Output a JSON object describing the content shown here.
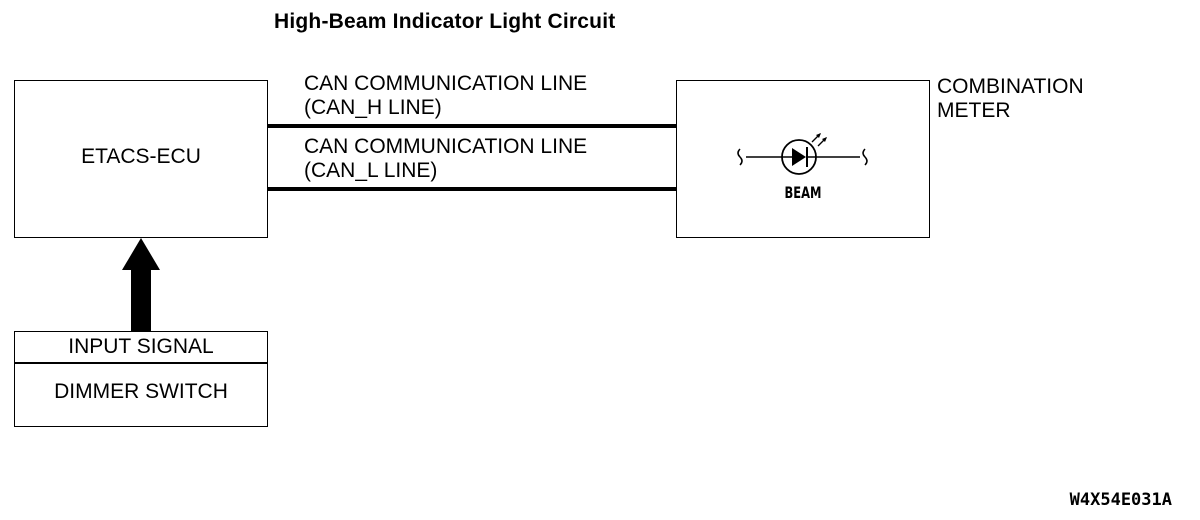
{
  "diagram": {
    "title": "High-Beam Indicator Light Circuit",
    "ecu": {
      "label": "ETACS-ECU"
    },
    "meter": {
      "label_line1": "COMBINATION",
      "label_line2": "METER",
      "indicator_label": "BEAM"
    },
    "can_h": {
      "line1": "CAN COMMUNICATION LINE",
      "line2": "(CAN_H LINE)"
    },
    "can_l": {
      "line1": "CAN COMMUNICATION LINE",
      "line2": "(CAN_L LINE)"
    },
    "switch": {
      "header": "INPUT SIGNAL",
      "label": "DIMMER SWITCH"
    },
    "figure_code": "W4X54E031A"
  },
  "icons": {
    "indicator": "led-indicator-icon",
    "arrow": "up-arrow-icon"
  }
}
